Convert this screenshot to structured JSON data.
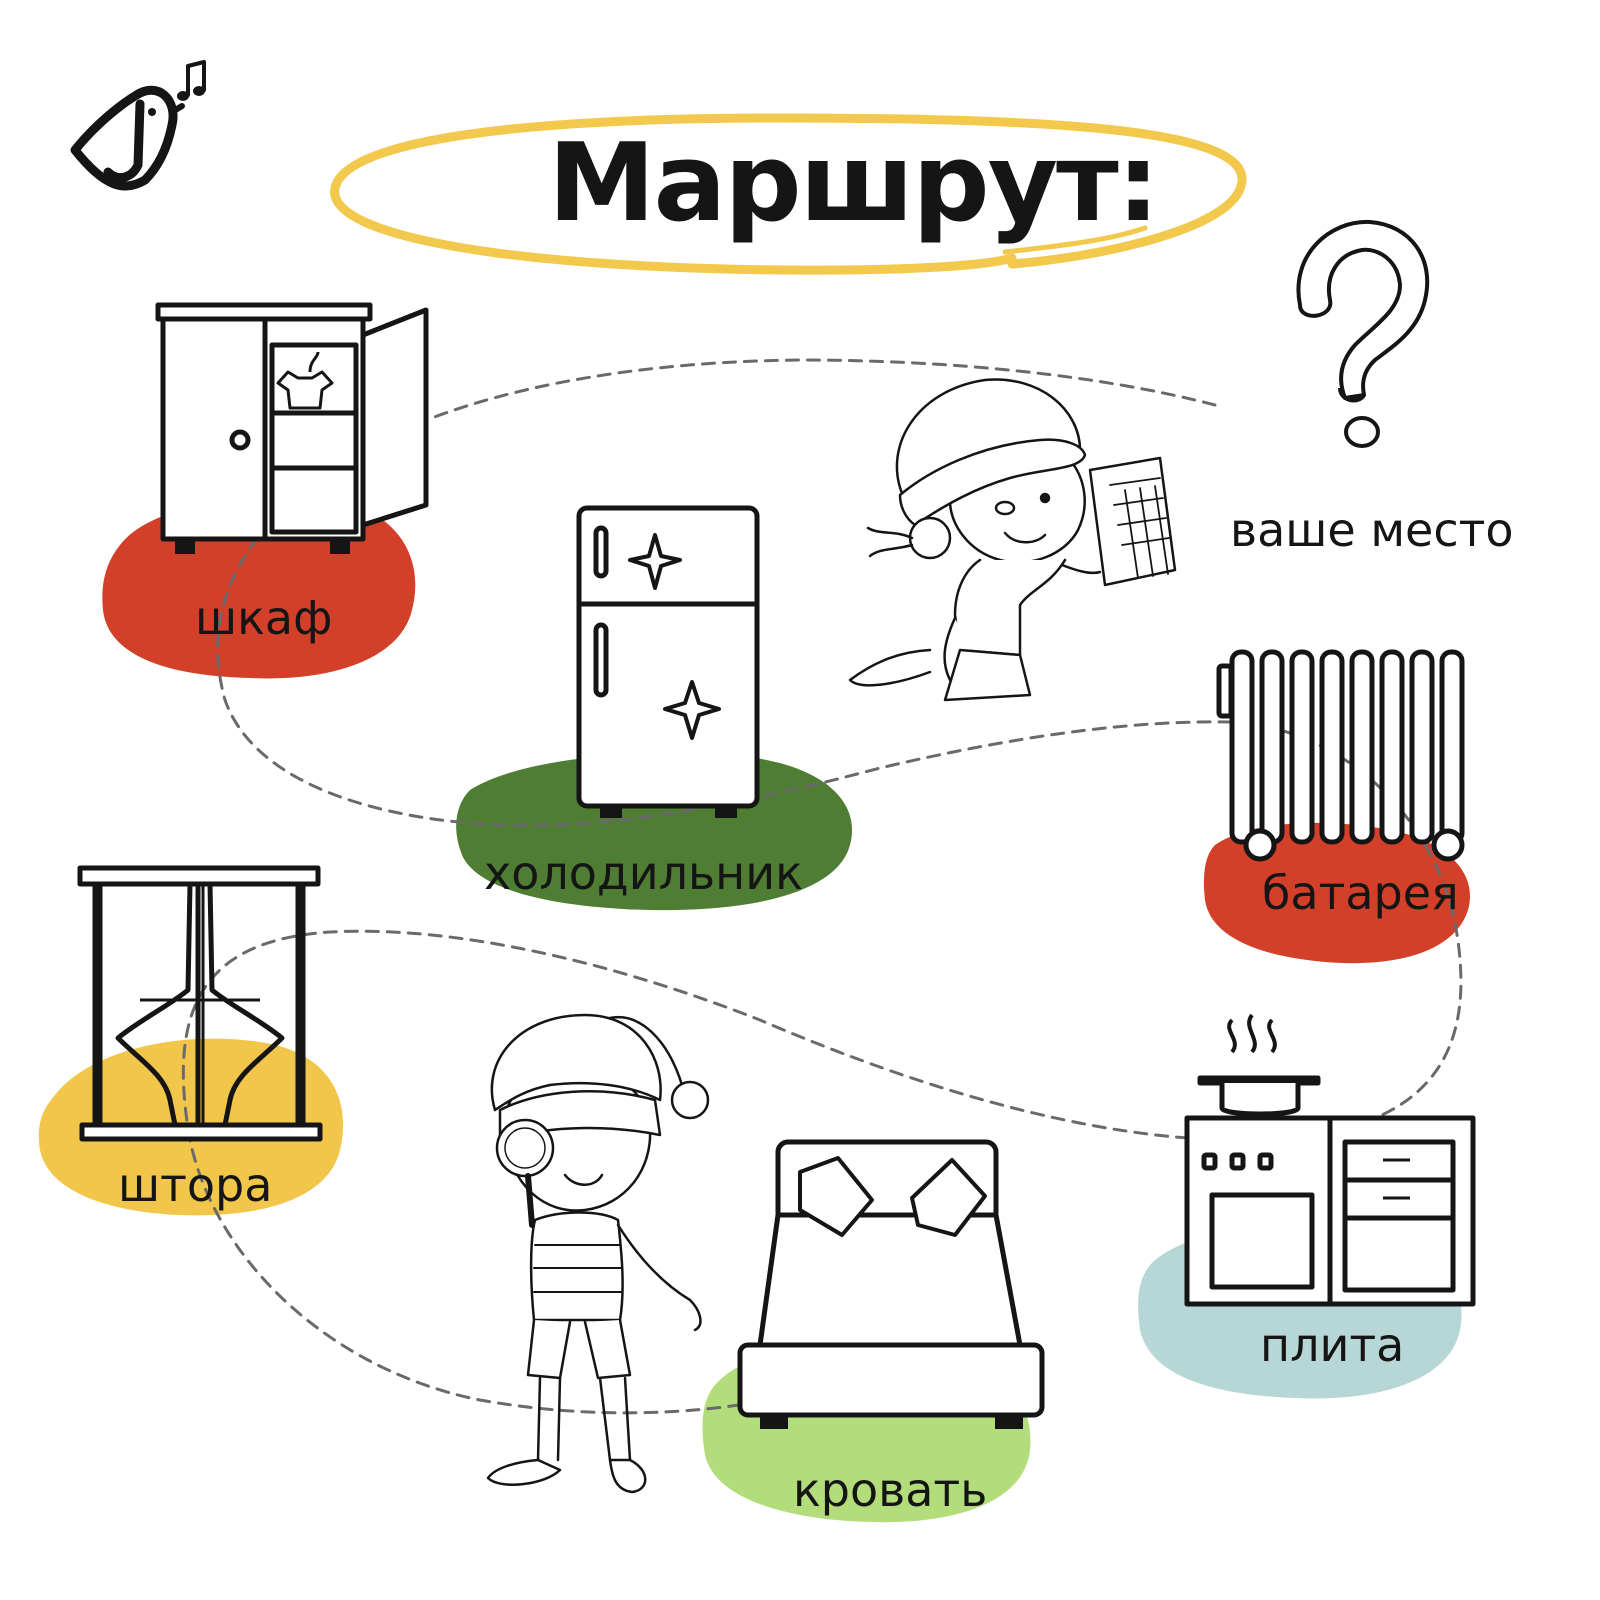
{
  "title": "Маршрут:",
  "colors": {
    "title_ring": "#F2C94C",
    "red_blob": "#D2402A",
    "dark_green_blob": "#4F7D34",
    "yellow_blob": "#F2C54B",
    "light_green_blob": "#B2DD7A",
    "light_blue_blob": "#B7D7D6",
    "line": "#151515",
    "path": "#6a6a6a"
  },
  "places": {
    "wardrobe": "шкаф",
    "fridge": "холодильник",
    "radiator": "батарея",
    "curtain": "штора",
    "bed": "кровать",
    "stove": "плита",
    "your_place": "ваше место"
  },
  "icons": {
    "logo": "bird-logo-icon",
    "question": "question-mark-icon"
  }
}
